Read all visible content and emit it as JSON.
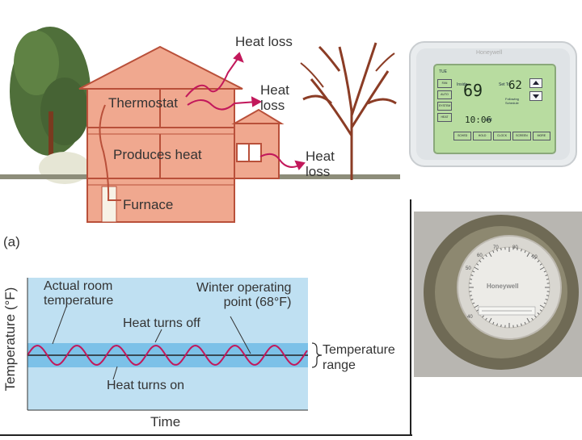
{
  "house": {
    "panel_label": "(a)",
    "labels": {
      "heat_loss_top": "Heat loss",
      "heat_loss_mid": "Heat\nloss",
      "heat_loss_right": "Heat\nloss",
      "thermostat": "Thermostat",
      "produces_heat": "Produces heat",
      "furnace": "Furnace"
    }
  },
  "chart": {
    "ylabel": "Temperature (°F)",
    "xlabel": "Time",
    "annotations": {
      "actual_room": "Actual room\ntemperature",
      "winter_point": "Winter operating\npoint (68°F)",
      "heat_off": "Heat turns off",
      "heat_on": "Heat turns on",
      "temp_range": "Temperature\nrange"
    }
  },
  "digital_thermostat": {
    "brand": "Honeywell",
    "day": "TUE",
    "inside_label": "Inside",
    "inside_temp": "69",
    "set_to_label": "Set To",
    "set_temp": "62",
    "schedule": "Following\nSchedule",
    "time": "10:06",
    "time_suffix": "AM",
    "side_buttons": [
      "FAN",
      "AUTO",
      "SYSTEM",
      "HEAT"
    ],
    "bottom_buttons": [
      "SCHED",
      "HOLD",
      "CLOCK",
      "SCREEN",
      "MORE"
    ]
  },
  "round_thermostat": {
    "brand": "Honeywell",
    "dial_numbers": [
      "60",
      "70",
      "80",
      "90",
      "50",
      "40"
    ]
  },
  "colors": {
    "house_fill": "#f0a88f",
    "house_stroke": "#b9503a",
    "chart_bg": "#bfe0f2",
    "band": "#7cc1e8",
    "wave": "#c2185b",
    "lcd": "#b8dca0"
  }
}
